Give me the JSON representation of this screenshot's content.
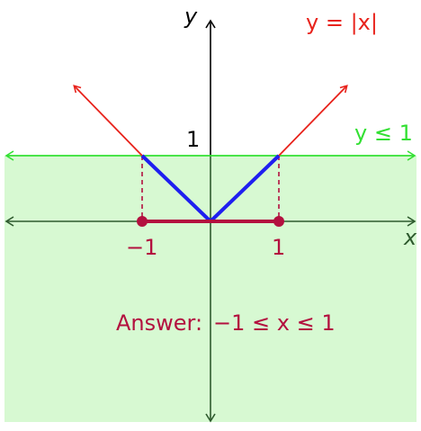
{
  "labels": {
    "x_axis": "x",
    "y_axis": "y",
    "tick_y_one": "1",
    "tick_x_neg_one": "−1",
    "tick_x_one": "1",
    "curve_label": "y = |x|",
    "region_label": "y ≤ 1",
    "answer_prefix": "Answer:",
    "answer_value": "−1 ≤ x ≤ 1"
  },
  "colors": {
    "axes": "#2e5a2e",
    "y_axis": "#000000",
    "curve": "#e8231c",
    "region_fill": "#d7f9d2",
    "region_boundary": "#33e033",
    "solution_segment": "#1f1ff0",
    "answer": "#b3103f"
  },
  "math": {
    "curve": "y = |x|",
    "inequality": "|x| ≤ 1",
    "intersections_x": [
      -1,
      1
    ],
    "solution_interval": [
      -1,
      1
    ]
  }
}
